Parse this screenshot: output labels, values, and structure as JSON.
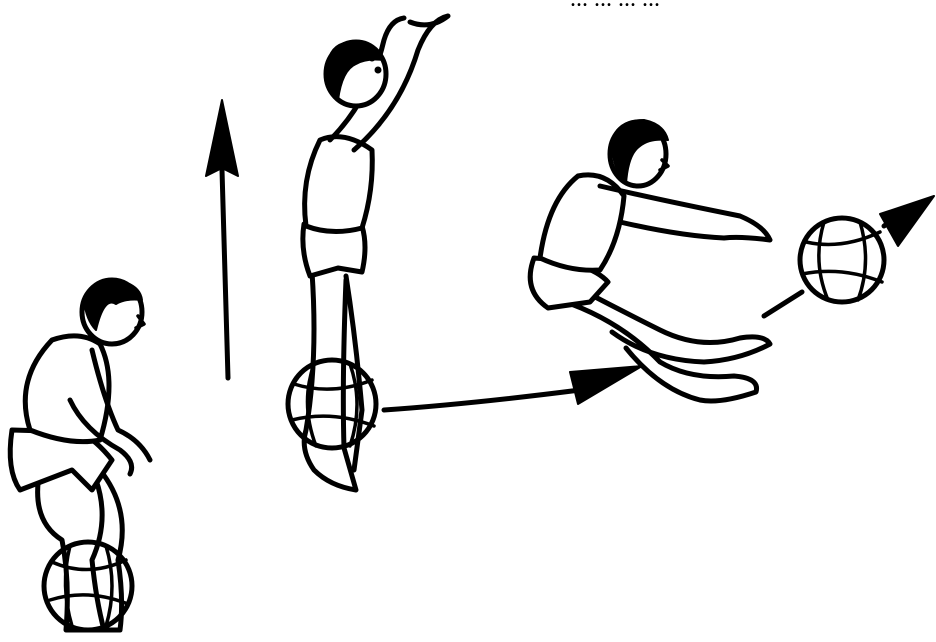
{
  "caption": {
    "text": "... ... ... ..."
  },
  "colors": {
    "ink": "#000000",
    "background": "#ffffff"
  },
  "figures": [
    {
      "pose": "crouch-with-ball-between-feet"
    },
    {
      "pose": "vertical-jump-ball-between-feet"
    },
    {
      "pose": "pike-jump-releasing-ball-forward"
    }
  ],
  "arrows": [
    {
      "direction": "up"
    },
    {
      "direction": "forward"
    },
    {
      "direction": "up-right"
    }
  ]
}
